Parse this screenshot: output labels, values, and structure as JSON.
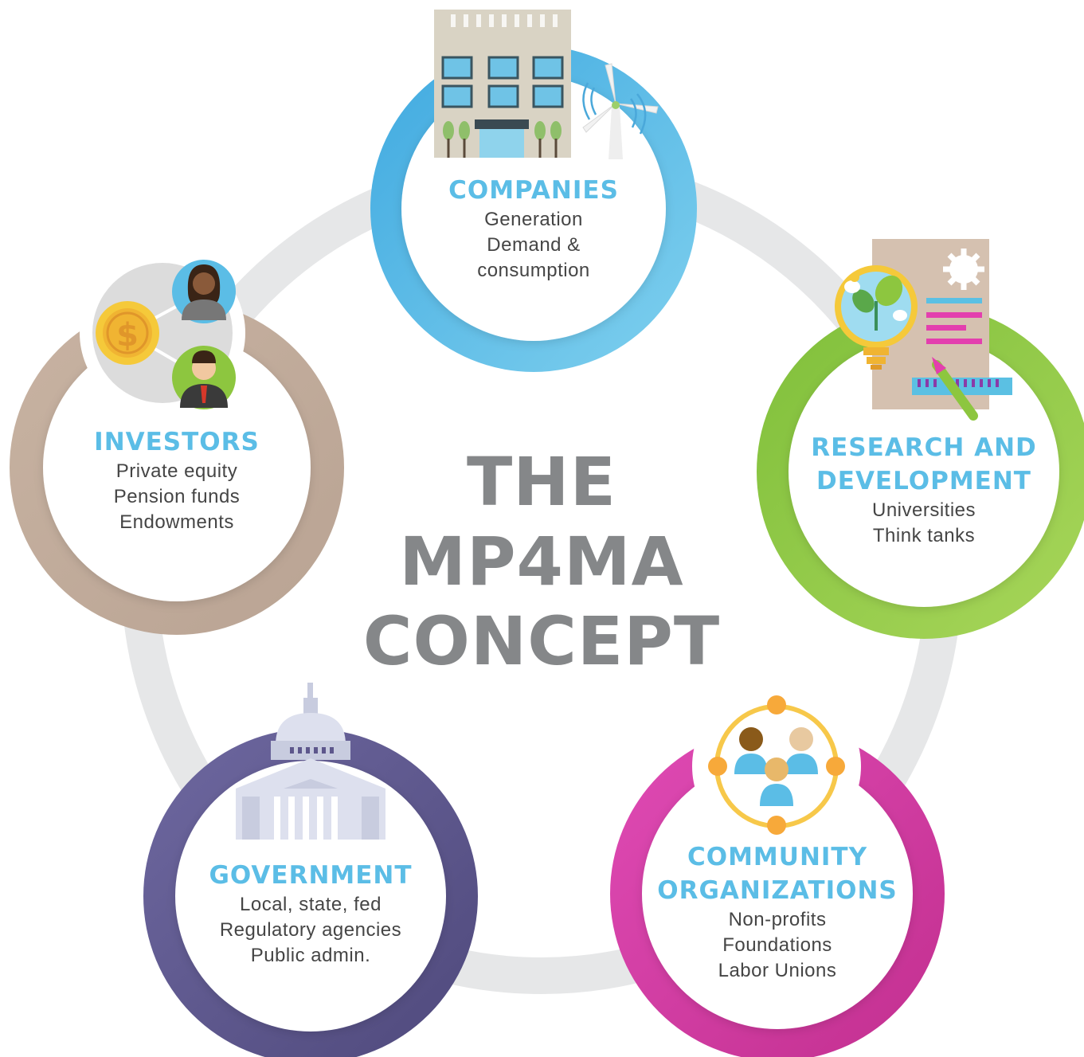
{
  "center": {
    "line1": "THE",
    "line2": "MP4MA",
    "line3": "CONCEPT"
  },
  "nodes": {
    "companies": {
      "title": "COMPANIES",
      "lines": [
        "Generation",
        "Demand &",
        "consumption"
      ],
      "color": "#5bbde6"
    },
    "research": {
      "title1": "RESEARCH AND",
      "title2": "DEVELOPMENT",
      "lines": [
        "Universities",
        "Think tanks"
      ],
      "color": "#8dc63f"
    },
    "community": {
      "title1": "COMMUNITY",
      "title2": "ORGANIZATIONS",
      "lines": [
        "Non-profits",
        "Foundations",
        "Labor Unions"
      ],
      "color": "#d63fa8"
    },
    "government": {
      "title": "GOVERNMENT",
      "lines": [
        "Local, state, fed",
        "Regulatory agencies",
        "Public admin."
      ],
      "color": "#5d578c"
    },
    "investors": {
      "title": "INVESTORS",
      "lines": [
        "Private equity",
        "Pension funds",
        "Endowments"
      ],
      "color": "#c2ad9c"
    }
  },
  "icons": [
    "building-wind-turbine-icon",
    "lightbulb-research-icon",
    "community-people-icon",
    "capitol-building-icon",
    "investors-money-icon"
  ],
  "colors": {
    "title_text": "#858789",
    "node_title": "#5bbde6",
    "body_text": "#454545",
    "connector_ring": "#e6e7e8"
  }
}
